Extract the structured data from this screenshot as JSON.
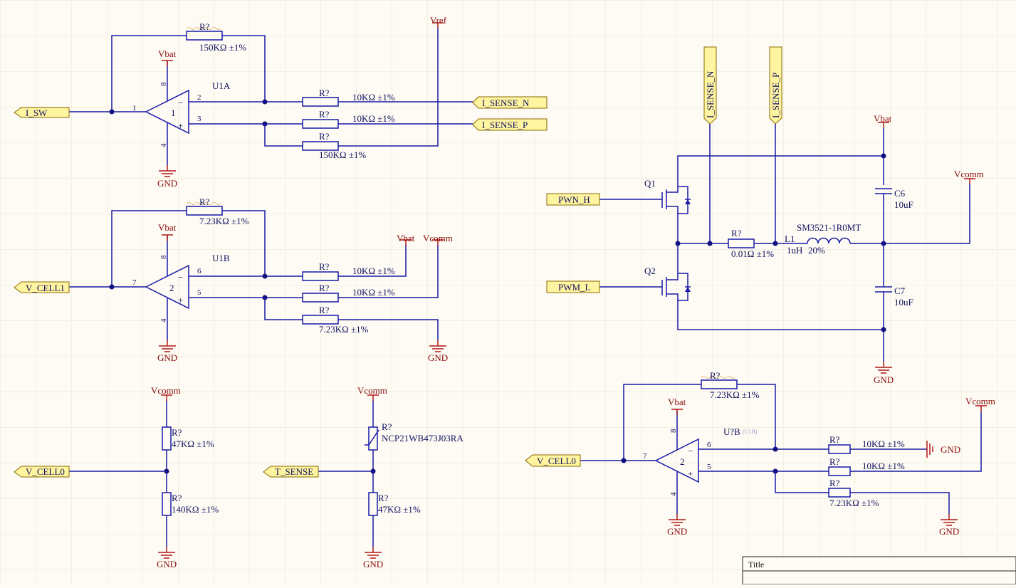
{
  "nets": {
    "vbat": "Vbat",
    "vref": "Vref",
    "vcomm": "Vcomm",
    "gnd": "GND"
  },
  "ports": {
    "i_sw": "I_SW",
    "i_sense_n": "I_SENSE_N",
    "i_sense_p": "I_SENSE_P",
    "v_cell1": "V_CELL1",
    "v_cell0": "V_CELL0",
    "t_sense": "T_SENSE",
    "pwm_h": "PWN_H",
    "pwm_l": "PWM_L"
  },
  "designators": {
    "r_unknown": "R?",
    "u1a": "U1A",
    "u1b": "U1B",
    "u_unknown_b": "U?B",
    "u_ghost": "(U1B)",
    "q1": "Q1",
    "q2": "Q2",
    "c6": "C6",
    "c7": "C7",
    "l1": "L1"
  },
  "values": {
    "r150k": "150KΩ ±1%",
    "r10k": "10KΩ ±1%",
    "r7_23k": "7.23KΩ ±1%",
    "r47k": "47KΩ ±1%",
    "r140k": "140KΩ ±1%",
    "r_shunt": "0.01Ω ±1%",
    "ntc": "NCP21WB473J03RA",
    "c10u": "10uF",
    "l_part": "SM3521-1R0MT",
    "l_val": "1uH",
    "l_tol": "20%"
  },
  "opamp": {
    "unit_a": "1",
    "unit_b": "2",
    "pin_out_a": "1",
    "pin_inv_a": "2",
    "pin_noninv_a": "3",
    "pin_out_b": "7",
    "pin_inv_b": "6",
    "pin_noninv_b": "5",
    "pin_vplus": "8",
    "pin_vminus": "4"
  },
  "title_block": {
    "title_label": "Title"
  }
}
